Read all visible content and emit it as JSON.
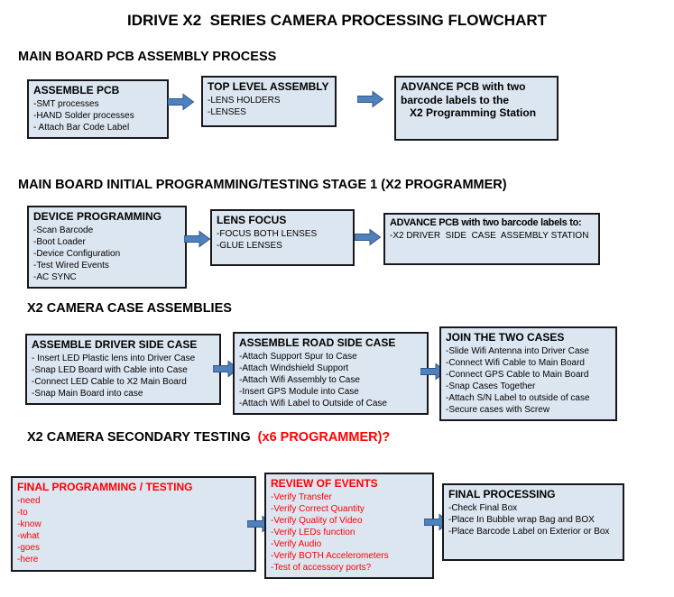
{
  "title": "IDRIVE X2  SERIES CAMERA PROCESSING FLOWCHART",
  "colors": {
    "box_fill": "#dce6f1",
    "box_border": "#17171c",
    "arrow_fill": "#4f81bd",
    "arrow_outline": "#31548c",
    "red_text": "#ff0000"
  },
  "sections": [
    {
      "heading": "MAIN BOARD PCB ASSEMBLY PROCESS",
      "boxes": [
        {
          "title": "ASSEMBLE PCB",
          "items": [
            "-SMT processes",
            "-HAND Solder processes",
            "- Attach Bar Code Label"
          ]
        },
        {
          "title": "TOP LEVEL ASSEMBLY",
          "items": [
            "-LENS HOLDERS",
            "-LENSES"
          ]
        },
        {
          "title": "ADVANCE PCB with two\nbarcode labels to the\n   X2 Programming Station",
          "items": []
        }
      ]
    },
    {
      "heading": "MAIN BOARD INITIAL PROGRAMMING/TESTING STAGE 1 (X2 PROGRAMMER)",
      "boxes": [
        {
          "title": "DEVICE PROGRAMMING",
          "items": [
            "-Scan Barcode",
            "-Boot Loader",
            "-Device Configuration",
            "-Test Wired Events",
            "-AC SYNC"
          ]
        },
        {
          "title": "LENS FOCUS",
          "items": [
            "-FOCUS BOTH LENSES",
            "-GLUE LENSES"
          ]
        },
        {
          "title": "ADVANCE PCB with two barcode labels to:",
          "items": [
            "-X2 DRIVER  SIDE  CASE  ASSEMBLY STATION"
          ]
        }
      ]
    },
    {
      "heading": "X2 CAMERA CASE ASSEMBLIES",
      "boxes": [
        {
          "title": "ASSEMBLE DRIVER SIDE CASE",
          "items": [
            "- Insert LED Plastic lens into Driver Case",
            "-Snap LED Board with Cable into Case",
            "-Connect LED Cable to X2 Main Board",
            "-Snap Main Board into case"
          ]
        },
        {
          "title": "ASSEMBLE ROAD SIDE CASE",
          "items": [
            "-Attach Support Spur to Case",
            "-Attach Windshield Support",
            "-Attach Wifi Assembly to Case",
            "-Insert GPS Module into Case",
            "-Attach Wifi Label to Outside of Case"
          ]
        },
        {
          "title": "JOIN THE TWO CASES",
          "items": [
            "-Slide Wifi Antenna into Driver Case",
            "-Connect Wifi Cable to Main Board",
            "-Connect GPS Cable to Main Board",
            "-Snap Cases Together",
            "-Attach S/N Label to outside of case",
            "-Secure cases with Screw"
          ]
        }
      ]
    },
    {
      "heading": "X2 CAMERA SECONDARY TESTING  ",
      "heading_red": "(x6 PROGRAMMER)?",
      "boxes": [
        {
          "title": "FINAL PROGRAMMING / TESTING",
          "items": [
            "-need",
            "-to",
            "-know",
            "-what",
            "-goes",
            "-here"
          ]
        },
        {
          "title": "REVIEW OF EVENTS",
          "items": [
            "-Verify Transfer",
            "-Verify Correct Quantity",
            "-Verify Quality of Video",
            "-Verify LEDs function",
            "-Verify Audio",
            "-Verify BOTH Accelerometers",
            "-Test of accessory ports?"
          ]
        },
        {
          "title": "FINAL PROCESSING",
          "items": [
            "-Check Final Box",
            "-Place In Bubble wrap Bag and BOX",
            "-Place Barcode Label on Exterior or Box"
          ]
        }
      ]
    }
  ]
}
